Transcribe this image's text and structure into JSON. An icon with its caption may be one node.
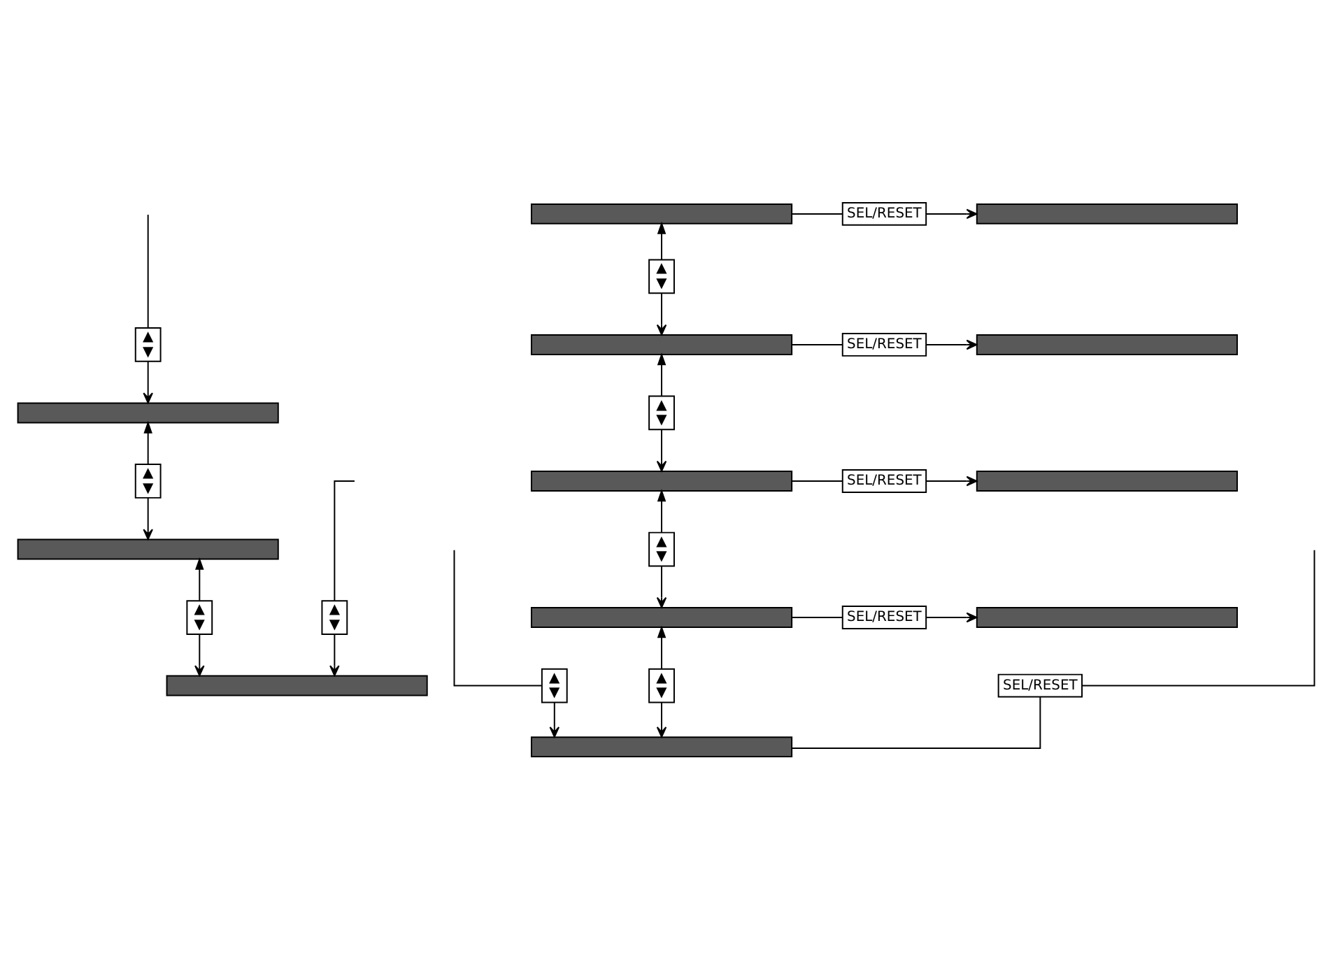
{
  "diagram": {
    "nodes": [
      {
        "text": [
          "▲",
          "▼"
        ]
      },
      {
        "text": [
          "▲",
          "▼"
        ]
      },
      {
        "text": [
          "SEL/RESET"
        ]
      },
      {
        "text": [
          "▲",
          "▼"
        ]
      },
      {
        "text": [],
        "shape": "bar"
      },
      {
        "text": [
          "SEL/RESET"
        ]
      },
      {
        "text": [],
        "shape": "bar"
      },
      {
        "text": [
          "▲",
          "▼"
        ]
      },
      {
        "text": [],
        "shape": "bar"
      },
      {
        "text": [
          "SEL/RESET"
        ]
      },
      {
        "text": [],
        "shape": "bar"
      },
      {
        "text": [
          "▲",
          "▼"
        ]
      },
      {
        "text": [],
        "shape": "bar"
      },
      {
        "text": [],
        "shape": "bar"
      },
      {
        "text": [
          "SEL/RESET"
        ]
      },
      {
        "text": [],
        "shape": "bar"
      },
      {
        "text": [
          "▲",
          "▼"
        ]
      },
      {
        "text": [
          "▲",
          "▼"
        ]
      },
      {
        "text": [],
        "shape": "bar"
      },
      {
        "text": [],
        "shape": "bar"
      },
      {
        "text": [
          "SEL/RESET"
        ]
      },
      {
        "text": [],
        "shape": "bar"
      },
      {
        "text": [
          "▲",
          "▼"
        ]
      },
      {
        "text": [
          "▲",
          "▼"
        ]
      },
      {
        "text": [],
        "shape": "bar"
      },
      {
        "text": [],
        "shape": "bar"
      }
    ],
    "edges": [
      {
        "from": null,
        "to": 0,
        "arrow": "none"
      },
      {
        "from": null,
        "to": 1,
        "arrow": "none"
      },
      {
        "from": null,
        "to": 2,
        "arrow": "none"
      },
      {
        "from": null,
        "to": 3,
        "arrow": "none"
      },
      {
        "from": 0,
        "to": 24,
        "arrow": "to"
      },
      {
        "from": 1,
        "to": 12,
        "arrow": "to"
      },
      {
        "from": 2,
        "to": 25,
        "arrow": "none"
      },
      {
        "from": 3,
        "to": 25,
        "arrow": "to"
      },
      {
        "from": 4,
        "to": 5,
        "arrow": "none"
      },
      {
        "from": 5,
        "to": 6,
        "arrow": "to"
      },
      {
        "from": 8,
        "to": 9,
        "arrow": "none"
      },
      {
        "from": 9,
        "to": 10,
        "arrow": "to"
      },
      {
        "from": 13,
        "to": 14,
        "arrow": "none"
      },
      {
        "from": 14,
        "to": 15,
        "arrow": "to"
      },
      {
        "from": 19,
        "to": 20,
        "arrow": "none"
      },
      {
        "from": 20,
        "to": 21,
        "arrow": "to"
      },
      {
        "from": 7,
        "to": 4,
        "arrow": "to"
      },
      {
        "from": 7,
        "to": 8,
        "arrow": "to"
      },
      {
        "from": 11,
        "to": 8,
        "arrow": "to"
      },
      {
        "from": 11,
        "to": 13,
        "arrow": "to"
      },
      {
        "from": 17,
        "to": 13,
        "arrow": "to"
      },
      {
        "from": 17,
        "to": 19,
        "arrow": "to"
      },
      {
        "from": 23,
        "to": 19,
        "arrow": "to"
      },
      {
        "from": 23,
        "to": 25,
        "arrow": "to"
      },
      {
        "from": 16,
        "to": 12,
        "arrow": "to"
      },
      {
        "from": 16,
        "to": 18,
        "arrow": "to"
      },
      {
        "from": 22,
        "to": 18,
        "arrow": "to"
      },
      {
        "from": 22,
        "to": 24,
        "arrow": "to"
      }
    ]
  }
}
